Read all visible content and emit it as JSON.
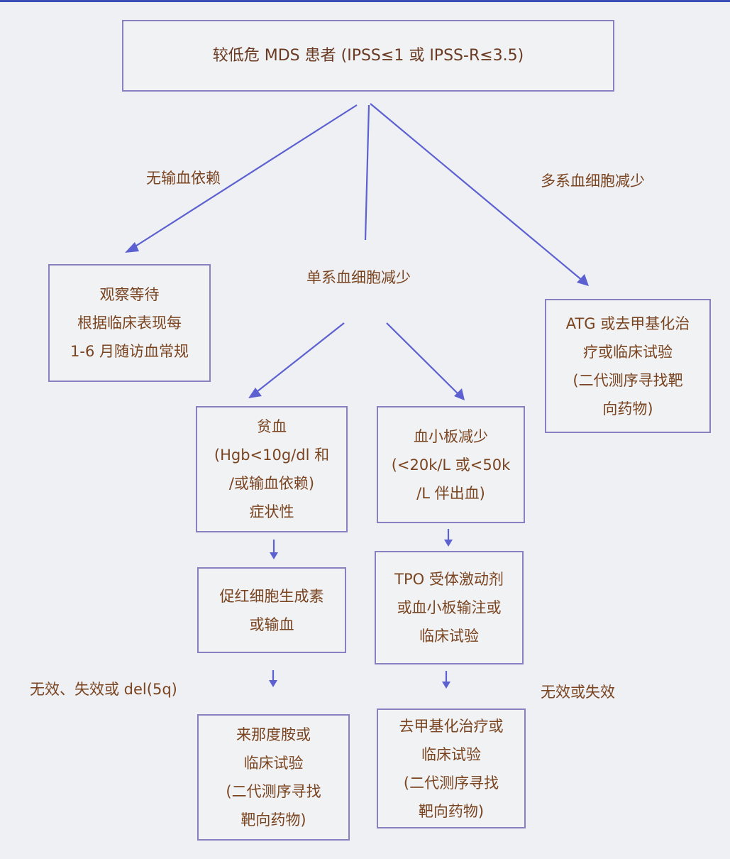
{
  "boxes": {
    "root": [
      "较低危 MDS 患者 (IPSS≤1 或 IPSS-R≤3.5)"
    ],
    "observe": [
      "观察等待",
      "根据临床表现每",
      "1-6 月随访血常规"
    ],
    "atg": [
      "ATG 或去甲基化治",
      "疗或临床试验",
      "(二代测序寻找靶",
      "向药物)"
    ],
    "anemia": [
      "贫血",
      "(Hgb<10g/dl 和",
      "/或输血依赖)",
      "症状性"
    ],
    "platelet": [
      "血小板减少",
      "(<20k/L 或<50k",
      "/L 伴出血)"
    ],
    "epo": [
      "促红细胞生成素",
      "或输血"
    ],
    "tpo": [
      "TPO 受体激动剂",
      "或血小板输注或",
      "临床试验"
    ],
    "lenalidomide": [
      "来那度胺或",
      "临床试验",
      "(二代测序寻找",
      "靶向药物)"
    ],
    "hma": [
      "去甲基化治疗或",
      "临床试验",
      "(二代测序寻找",
      "靶向药物)"
    ]
  },
  "labels": {
    "no_transfusion": "无输血依赖",
    "multi_lineage": "多系血细胞减少",
    "single_lineage": "单系血细胞减少",
    "fail_del5q": "无效、失效或 del(5q)",
    "fail": "无效或失效"
  },
  "colors": {
    "arrow": "#5c60d0",
    "box_border": "#8a7fc0",
    "text": "#7a4420",
    "background": "#eef0f3"
  }
}
